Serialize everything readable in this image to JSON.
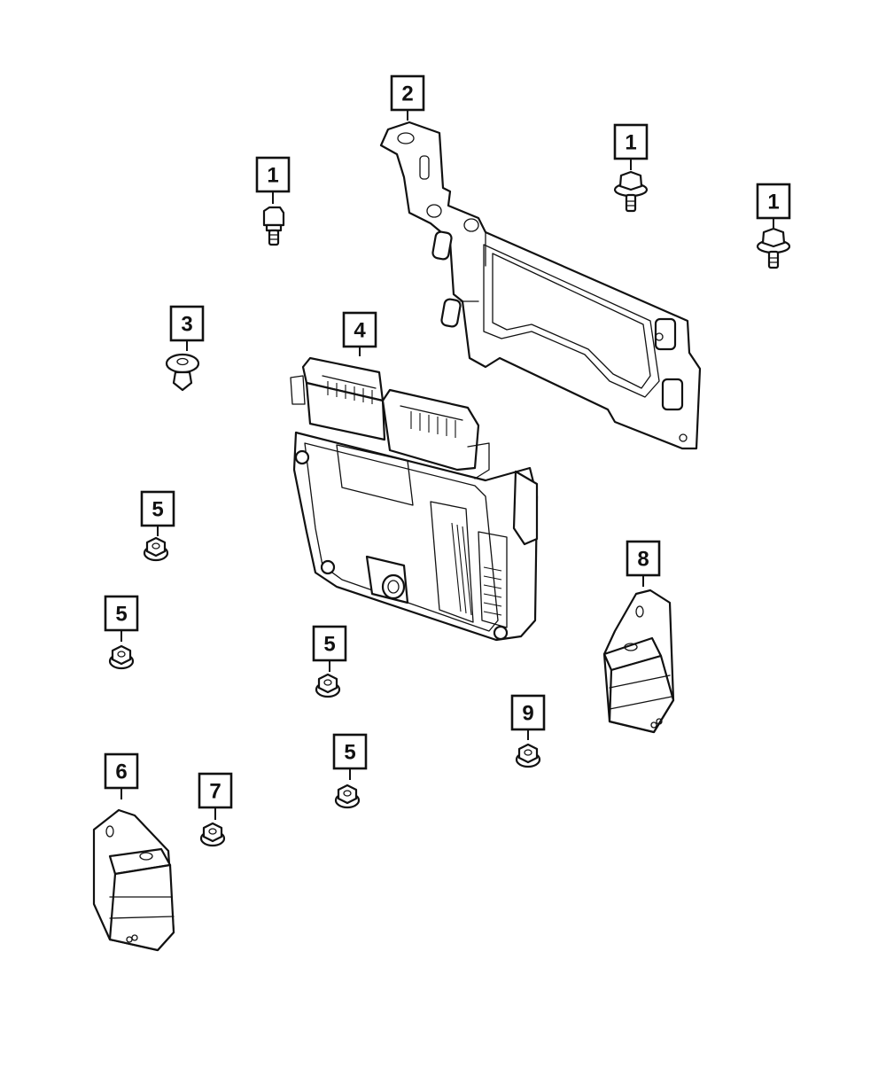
{
  "callouts": [
    {
      "id": "c1a",
      "label": "1"
    },
    {
      "id": "c2",
      "label": "2"
    },
    {
      "id": "c1b",
      "label": "1"
    },
    {
      "id": "c1c",
      "label": "1"
    },
    {
      "id": "c3",
      "label": "3"
    },
    {
      "id": "c4",
      "label": "4"
    },
    {
      "id": "c5a",
      "label": "5"
    },
    {
      "id": "c5b",
      "label": "5"
    },
    {
      "id": "c5c",
      "label": "5"
    },
    {
      "id": "c5d",
      "label": "5"
    },
    {
      "id": "c6",
      "label": "6"
    },
    {
      "id": "c7",
      "label": "7"
    },
    {
      "id": "c8",
      "label": "8"
    },
    {
      "id": "c9",
      "label": "9"
    }
  ]
}
